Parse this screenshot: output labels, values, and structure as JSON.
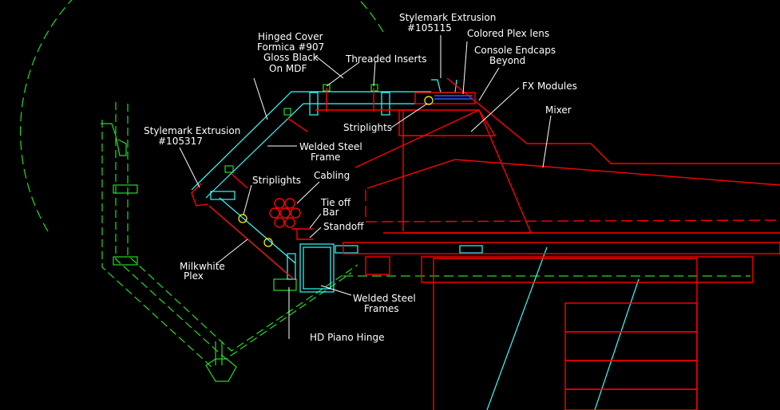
{
  "drawing": {
    "background": "#000000",
    "colors": {
      "red": "#ff0000",
      "cyan": "#33ffff",
      "green": "#22dd22",
      "yellow": "#ffff00",
      "white": "#ffffff",
      "blue": "#3355ff"
    },
    "labels": {
      "stylemark_top_1": "Stylemark Extrusion",
      "stylemark_top_2": "#105115",
      "colored_plex": "Colored Plex lens",
      "console_endcaps_1": "Console Endcaps",
      "console_endcaps_2": "Beyond",
      "hinged_cover_1": "Hinged Cover",
      "hinged_cover_2": "Formica #907",
      "hinged_cover_3": "Gloss Black",
      "hinged_cover_4": "On MDF",
      "threaded_inserts": "Threaded Inserts",
      "fx_modules": "FX Modules",
      "mixer": "Mixer",
      "striplights_upper": "Striplights",
      "stylemark_left_1": "Stylemark Extrusion",
      "stylemark_left_2": "#105317",
      "welded_steel_frame_1": "Welded Steel",
      "welded_steel_frame_2": "Frame",
      "striplights_lower": "Striplights",
      "cabling": "Cabling",
      "tie_off_1": "Tie off",
      "tie_off_2": "Bar",
      "standoff": "Standoff",
      "milkwhite_1": "Milkwhite",
      "milkwhite_2": "Plex",
      "welded_steel_frames_1": "Welded Steel",
      "welded_steel_frames_2": "Frames",
      "piano_hinge": "HD Piano Hinge"
    }
  }
}
